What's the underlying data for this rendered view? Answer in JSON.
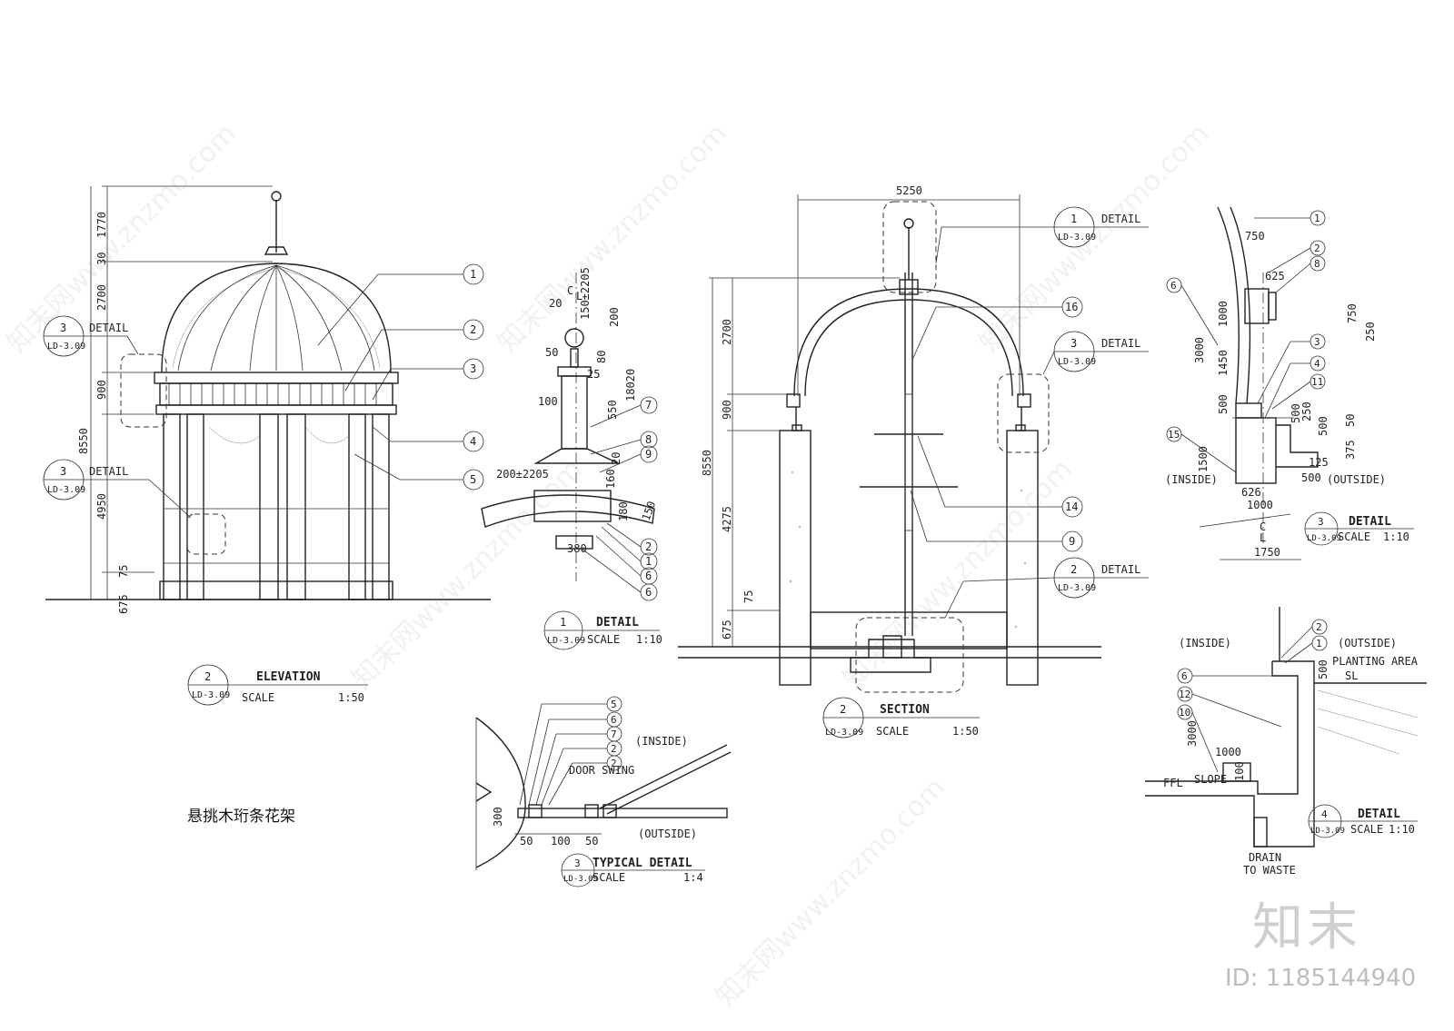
{
  "drawing_title_cn": "悬挑木珩条花架",
  "brand": {
    "logo_text": "知末",
    "id_text": "ID: 1185144940",
    "watermark_text": "知末网www.znzmo.com"
  },
  "views": {
    "elevation": {
      "number": "2",
      "ref": "LD-3.09",
      "title": "ELEVATION",
      "scale_label": "SCALE",
      "scale": "1:50"
    },
    "detail1": {
      "number": "1",
      "ref": "LD-3.09",
      "title": "DETAIL",
      "scale_label": "SCALE",
      "scale": "1:10"
    },
    "section": {
      "number": "2",
      "ref": "LD-3.09",
      "title": "SECTION",
      "scale_label": "SCALE",
      "scale": "1:50"
    },
    "typical_detail": {
      "number": "3",
      "ref": "LD-3.09",
      "title": "TYPICAL DETAIL",
      "scale_label": "SCALE",
      "scale": "1:4"
    },
    "detail3": {
      "number": "3",
      "ref": "LD-3.09",
      "title": "DETAIL",
      "scale_label": "SCALE",
      "scale": "1:10"
    },
    "detail4": {
      "number": "4",
      "ref": "LD-3.09",
      "title": "DETAIL",
      "scale_label": "SCALE",
      "scale": "1:10"
    }
  },
  "detail_tags": {
    "detail": "DETAIL",
    "ref": "LD-3.09",
    "n1": "1",
    "n2": "2",
    "n3": "3"
  },
  "elevation_dims": {
    "d1770": "1770",
    "d30": "30",
    "d2700": "2700",
    "d900": "900",
    "d8550": "8550",
    "d4950": "4950",
    "d75": "75",
    "d675": "675"
  },
  "elevation_callouts": [
    "1",
    "2",
    "3",
    "4",
    "5"
  ],
  "detail1_dims": {
    "c": "C",
    "l": "L",
    "d20": "20",
    "d2205": "2205",
    "d150": "150±2205",
    "d200": "200",
    "d18020": "18020",
    "d50": "50",
    "d80": "80",
    "d25": "25",
    "d100": "100",
    "d550": "550",
    "d20b": "20",
    "d200b": "200±2205",
    "d160": "160",
    "d180": "180",
    "d150b": "150",
    "d380": "380"
  },
  "detail1_callouts": [
    "7",
    "8",
    "9",
    "2",
    "1",
    "6",
    "6"
  ],
  "section_dims": {
    "d5250": "5250",
    "d2700": "2700",
    "d900": "900",
    "d8550": "8550",
    "d4275": "4275",
    "d75": "75",
    "d675": "675"
  },
  "section_callouts": [
    "16",
    "14",
    "9"
  ],
  "typical_detail_labels": {
    "inside": "(INSIDE)",
    "outside": "(OUTSIDE)",
    "door_swing": "DOOR SWING",
    "d300": "300",
    "d50a": "50",
    "d100": "100",
    "d50b": "50"
  },
  "typical_detail_callouts": [
    "5",
    "6",
    "7",
    "2",
    "2"
  ],
  "detail3_dims": {
    "d750": "750",
    "d625": "625",
    "d750b": "750",
    "d250": "250",
    "d1000": "1000",
    "d3000": "3000",
    "d1450": "1450",
    "d500": "500",
    "d500b": "500",
    "d250b": "250",
    "d500c": "500",
    "d50": "50",
    "d375": "375",
    "d125": "125",
    "d1500": "1500",
    "d500d": "500",
    "d626": "626",
    "d1000b": "1000",
    "d1750": "1750",
    "inside": "(INSIDE)",
    "outside": "(OUTSIDE)",
    "c": "C",
    "l": "L"
  },
  "detail3_callouts": [
    "1",
    "2",
    "8",
    "6",
    "3",
    "4",
    "11",
    "15"
  ],
  "detail4_labels": {
    "inside": "(INSIDE)",
    "outside": "(OUTSIDE)",
    "planting": "PLANTING AREA",
    "sl": "SL",
    "ffl": "FFL",
    "slope": "SLOPE",
    "d500": "500",
    "d3000": "3000",
    "d1000": "1000",
    "d100": "100",
    "drain1": "DRAIN",
    "drain2": "TO WASTE"
  },
  "detail4_callouts": [
    "2",
    "1",
    "6",
    "12",
    "10"
  ]
}
